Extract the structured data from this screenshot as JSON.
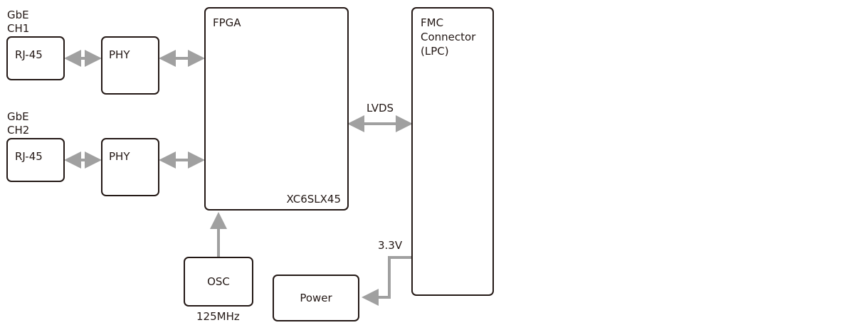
{
  "diagram": {
    "channels": [
      {
        "label_line1": "GbE",
        "label_line2": "CH1",
        "connector": "RJ-45",
        "phy": "PHY"
      },
      {
        "label_line1": "GbE",
        "label_line2": "CH2",
        "connector": "RJ-45",
        "phy": "PHY"
      }
    ],
    "fpga": {
      "title": "FPGA",
      "part": "XC6SLX45"
    },
    "fmc": {
      "line1": "FMC",
      "line2": "Connector",
      "line3": "(LPC)"
    },
    "link_label": "LVDS",
    "osc": {
      "label": "OSC",
      "freq": "125MHz"
    },
    "power": {
      "label": "Power",
      "voltage": "3.3V"
    },
    "colors": {
      "stroke": "#231815",
      "arrow": "#a0a0a0"
    }
  }
}
